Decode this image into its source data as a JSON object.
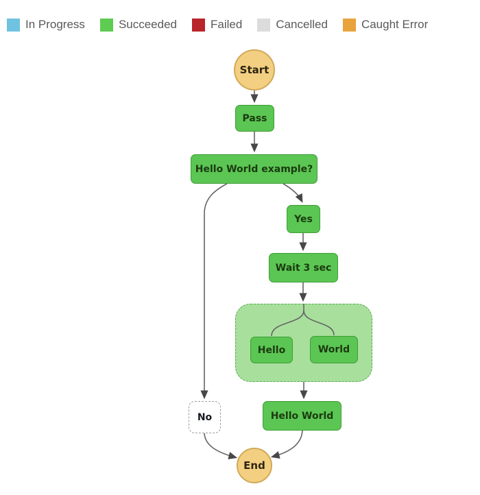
{
  "legend": {
    "items": [
      {
        "label": "In Progress",
        "color": "#6FC2E0"
      },
      {
        "label": "Succeeded",
        "color": "#5ECB52"
      },
      {
        "label": "Failed",
        "color": "#B9252B"
      },
      {
        "label": "Cancelled",
        "color": "#DCDCDC"
      },
      {
        "label": "Caught Error",
        "color": "#E8A33D"
      }
    ]
  },
  "nodes": {
    "start": "Start",
    "pass": "Pass",
    "choice": "Hello World example?",
    "yes": "Yes",
    "wait": "Wait 3 sec",
    "hello": "Hello",
    "world": "World",
    "hello_world": "Hello World",
    "no": "No",
    "end": "End"
  },
  "colors": {
    "edge": "#646464",
    "arrow": "#474747",
    "node_green": "#5BC653",
    "node_green_border": "#3E9C35",
    "node_text": "#1b3a10",
    "container_green": "#A8DF9D",
    "container_border": "#55A94B",
    "circle_fill": "#F3CF82",
    "circle_border": "#D2A958",
    "circle_text": "#2e2510",
    "no_border": "#9b9b9b",
    "legend_text": "#595959"
  }
}
